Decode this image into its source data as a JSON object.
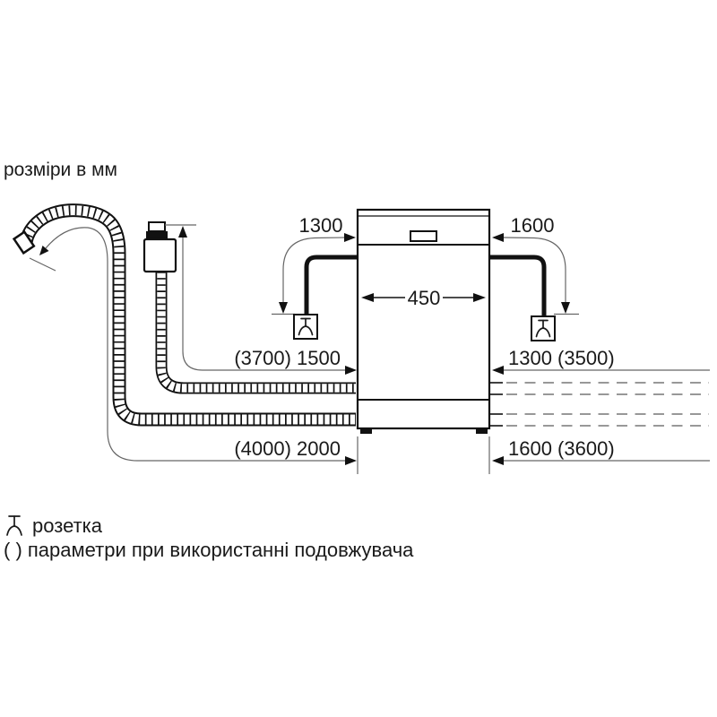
{
  "title": "розміри в мм",
  "dimensions": {
    "cord_left": "1300",
    "cord_right": "1600",
    "appliance_width": "450",
    "supply_hose_left": "(3700) 1500",
    "supply_hose_right": "1300 (3500)",
    "drain_hose_left": "(4000) 2000",
    "drain_hose_right": "1600 (3600)"
  },
  "legend": {
    "socket_icon": "socket-plug-icon",
    "socket_label": "розетка",
    "extension_note": "( ) параметри при використанні подовжувача"
  },
  "colors": {
    "outline": "#1a1a1a",
    "dimension_line": "#666666",
    "dashed_hose": "#8a8a8a",
    "background": "#ffffff"
  }
}
